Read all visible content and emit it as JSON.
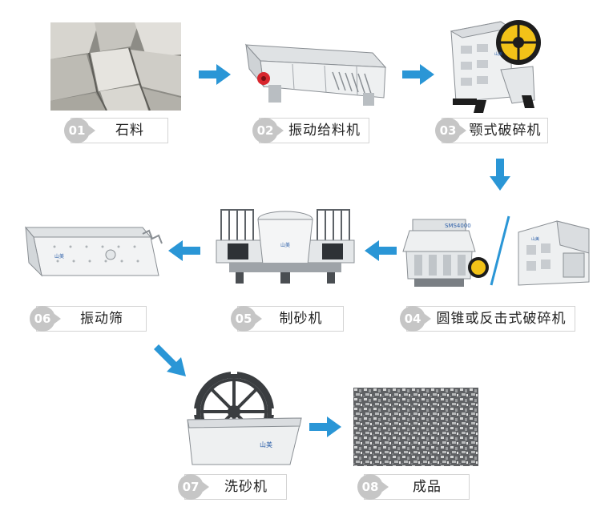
{
  "colors": {
    "arrow": "#2a96d6",
    "badge": "#c6c6c6",
    "label_border": "#d4d4d4",
    "machine": "#eef0f1",
    "accent_yellow": "#f2c218",
    "accent_red": "#d8262d"
  },
  "brand_mark": "山美",
  "machine_plate": "SMS4000",
  "steps": [
    {
      "num": "01",
      "label": "石料"
    },
    {
      "num": "02",
      "label": "振动给料机"
    },
    {
      "num": "03",
      "label": "颚式破碎机"
    },
    {
      "num": "04",
      "label": "圆锥或反击式破碎机"
    },
    {
      "num": "05",
      "label": "制砂机"
    },
    {
      "num": "06",
      "label": "振动筛"
    },
    {
      "num": "07",
      "label": "洗砂机"
    },
    {
      "num": "08",
      "label": "成品"
    }
  ],
  "flow_icons": [
    "arrow-right-icon",
    "arrow-right-icon",
    "arrow-down-icon",
    "arrow-left-icon",
    "arrow-left-icon",
    "arrow-down-right-icon",
    "arrow-right-icon"
  ]
}
